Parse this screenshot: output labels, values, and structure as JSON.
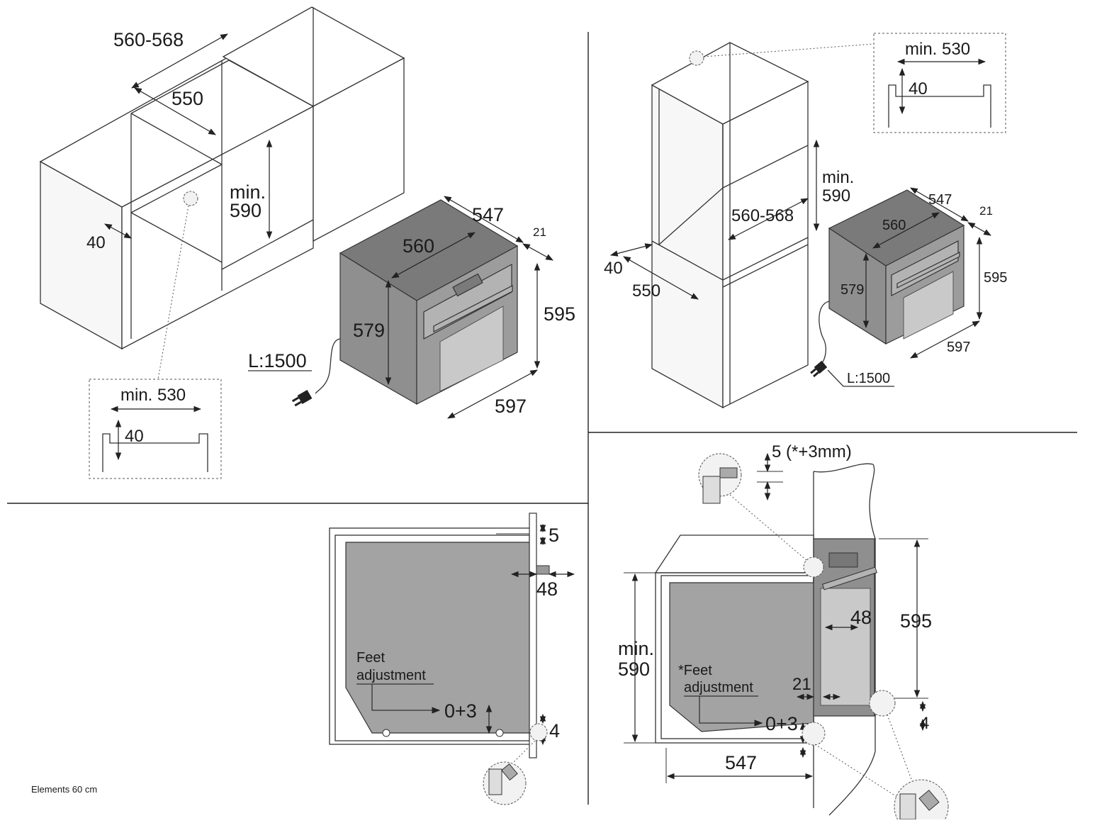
{
  "panel_top_left": {
    "dims": {
      "width_range": "560-568",
      "depth": "550",
      "min_height_label": "min.",
      "min_height_value": "590",
      "front_setback": "40"
    },
    "detail": {
      "min_width": "min. 530",
      "gap": "40"
    },
    "oven": {
      "depth": "547",
      "width_top": "560",
      "front_thickness": "21",
      "height_body": "579",
      "height_total": "595",
      "width_front": "597",
      "cable": "L:1500"
    }
  },
  "panel_top_right": {
    "detail": {
      "min_width": "min. 530",
      "gap": "40"
    },
    "dims": {
      "min_height_label": "min.",
      "min_height_value": "590",
      "width_range": "560-568",
      "front_setback": "40",
      "depth": "550"
    },
    "oven": {
      "depth": "547",
      "front_thickness": "21",
      "width_top": "560",
      "height_body": "579",
      "height_total": "595",
      "width_front": "597",
      "cable": "L:1500"
    }
  },
  "panel_bottom_left": {
    "top_gap": "5",
    "handle_depth": "48",
    "feet_line1": "Feet",
    "feet_line2": "adjustment",
    "feet_range": "0+3",
    "bottom_gap": "4"
  },
  "panel_bottom_right": {
    "top_gap": "5 (*+3mm)",
    "handle_depth": "48",
    "height": "595",
    "min_label": "min.",
    "min_value": "590",
    "feet_line1": "*Feet",
    "feet_line2": "adjustment",
    "front_thickness": "21",
    "feet_range": "0+3",
    "bottom_gap": "4",
    "depth": "547"
  },
  "caption": "Elements 60 cm"
}
